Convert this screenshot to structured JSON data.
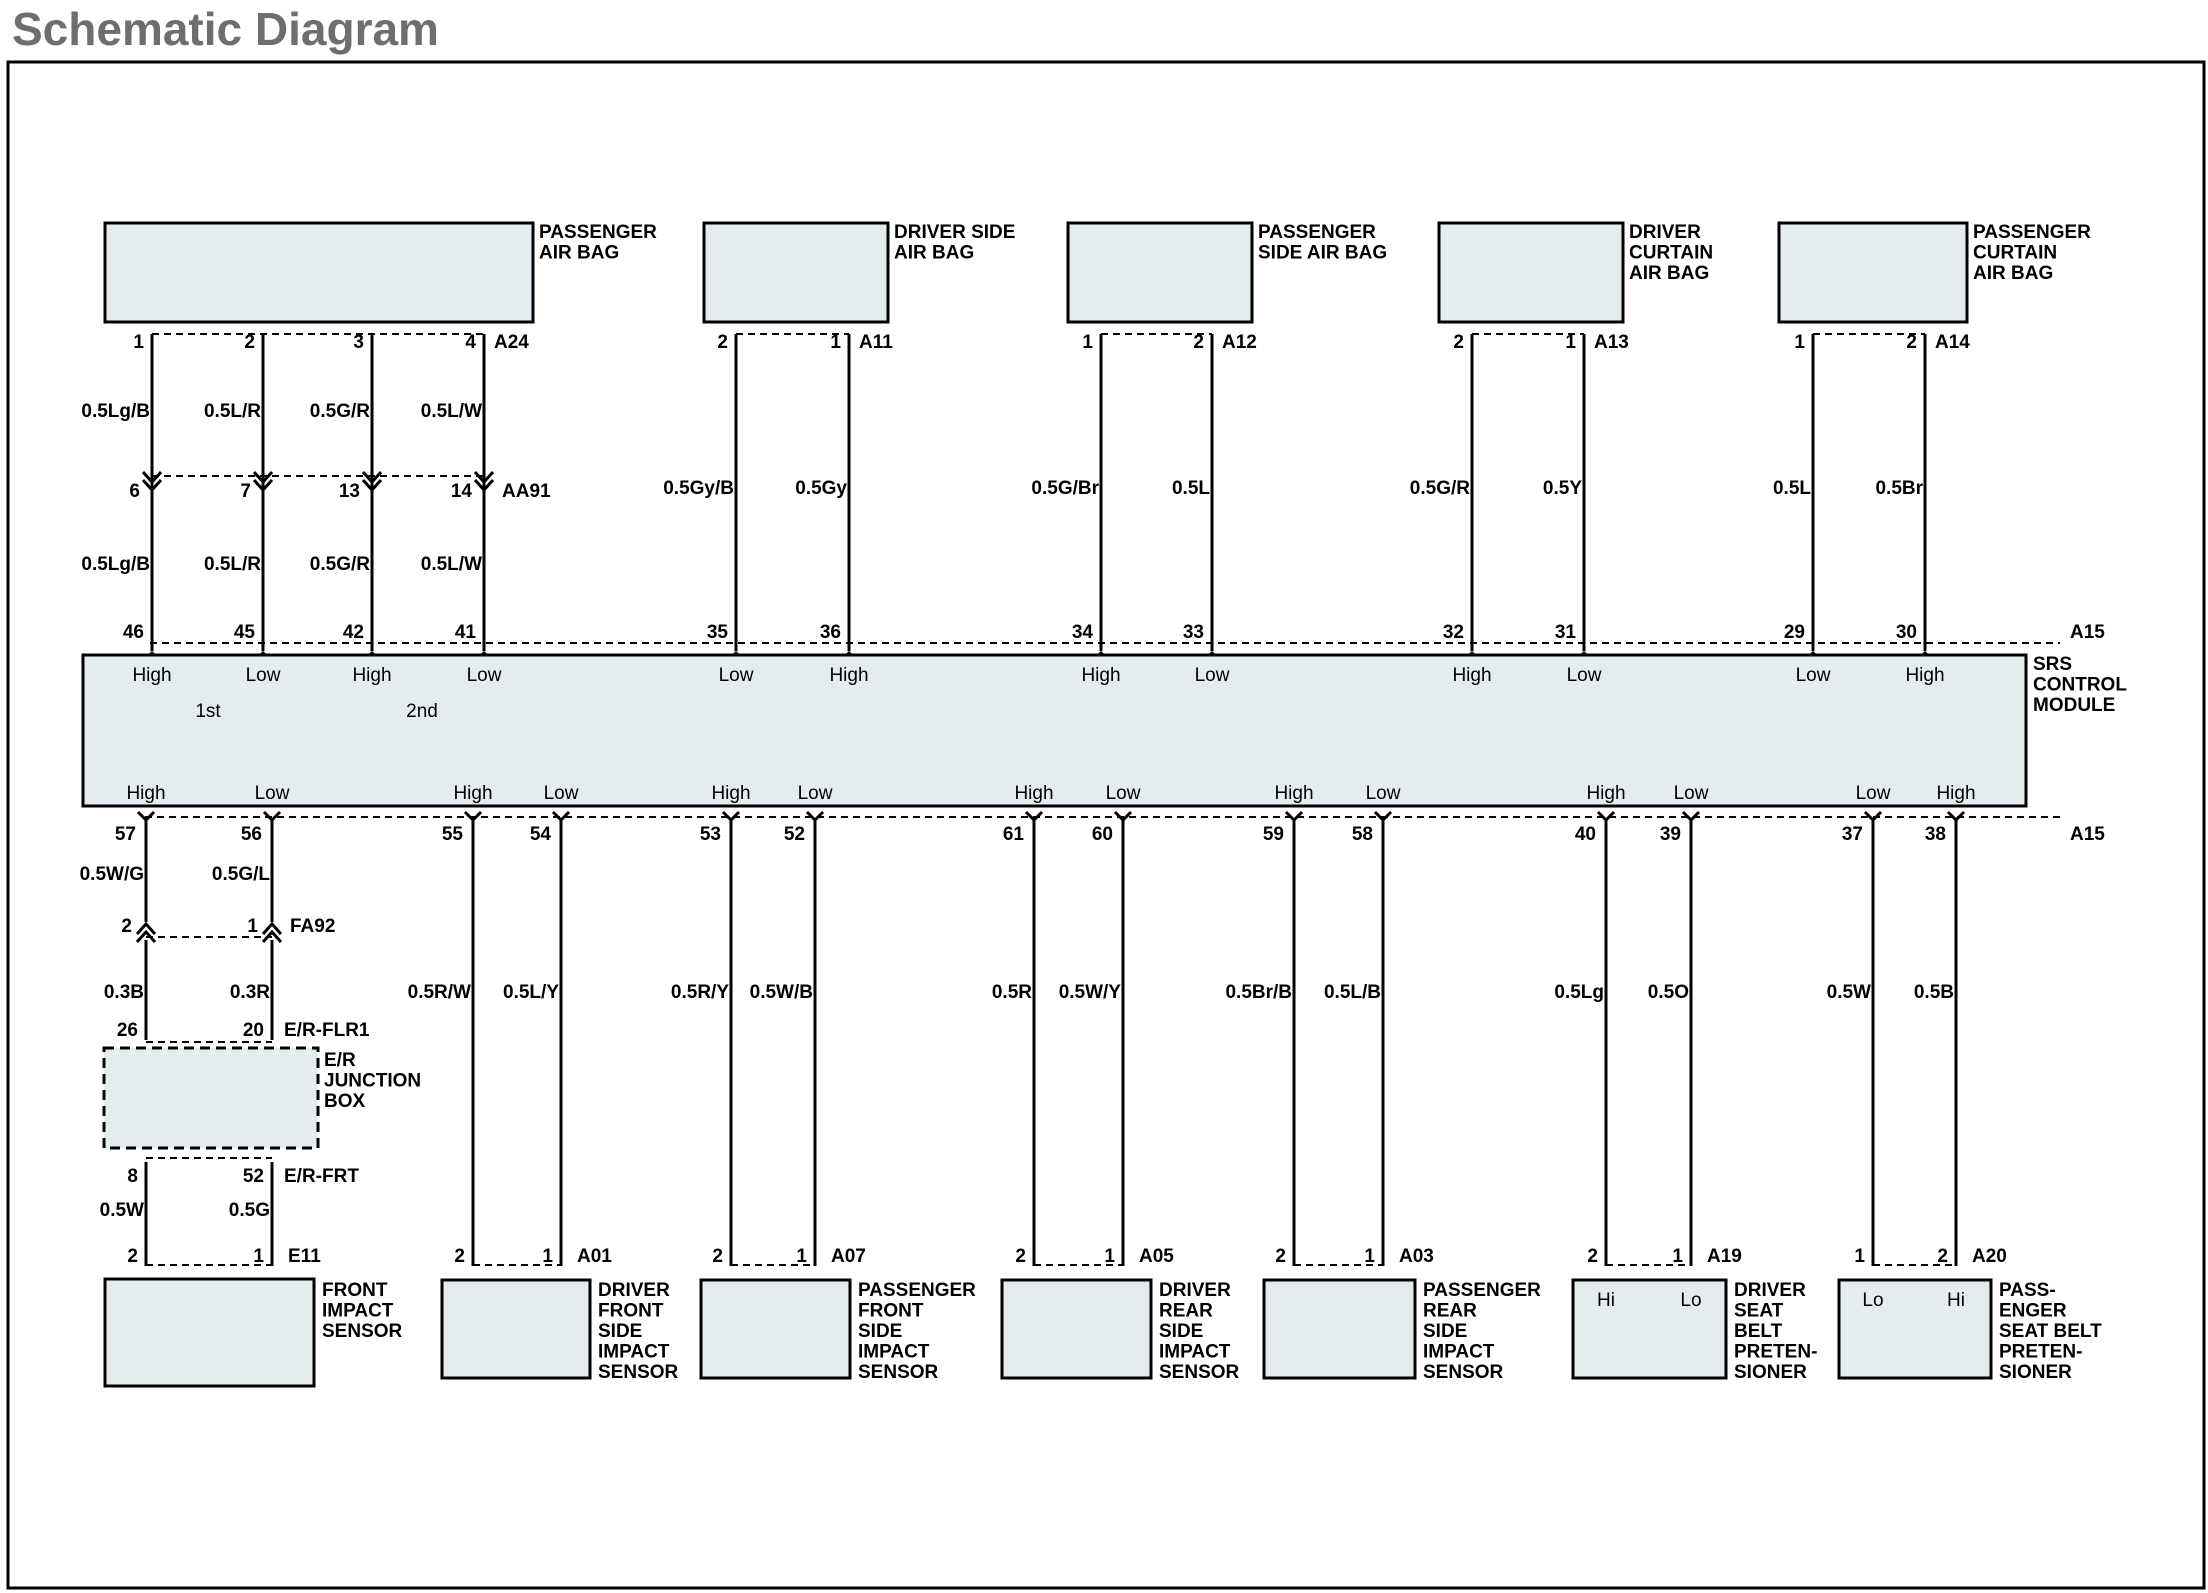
{
  "title": "Schematic Diagram",
  "colors": {
    "box_fill": "#e4ecef",
    "line": "#000000",
    "title_gray": "#6e6e6e"
  },
  "module": {
    "name_lines": [
      "SRS",
      "CONTROL",
      "MODULE"
    ],
    "top_connector": "A15",
    "bottom_connector": "A15"
  },
  "top_components": [
    {
      "name_lines": [
        "PASSENGER",
        "AIR BAG"
      ],
      "connector": "A24",
      "pins": [
        "1",
        "2",
        "3",
        "4"
      ],
      "wires_upper": [
        "0.5Lg/B",
        "0.5L/R",
        "0.5G/R",
        "0.5L/W"
      ],
      "inline_connector": "AA91",
      "inline_pins": [
        "6",
        "7",
        "13",
        "14"
      ],
      "wires_lower": [
        "0.5Lg/B",
        "0.5L/R",
        "0.5G/R",
        "0.5L/W"
      ],
      "module_pins": [
        "46",
        "45",
        "42",
        "41"
      ],
      "module_levels": [
        "High",
        "Low",
        "High",
        "Low"
      ],
      "stage_labels": [
        "1st",
        "2nd"
      ]
    },
    {
      "name_lines": [
        "DRIVER SIDE",
        "AIR BAG"
      ],
      "connector": "A11",
      "pins": [
        "2",
        "1"
      ],
      "wires": [
        "0.5Gy/B",
        "0.5Gy"
      ],
      "module_pins": [
        "35",
        "36"
      ],
      "module_levels": [
        "Low",
        "High"
      ]
    },
    {
      "name_lines": [
        "PASSENGER",
        "SIDE AIR BAG"
      ],
      "connector": "A12",
      "pins": [
        "1",
        "2"
      ],
      "wires": [
        "0.5G/Br",
        "0.5L"
      ],
      "module_pins": [
        "34",
        "33"
      ],
      "module_levels": [
        "High",
        "Low"
      ]
    },
    {
      "name_lines": [
        "DRIVER",
        "CURTAIN",
        "AIR BAG"
      ],
      "connector": "A13",
      "pins": [
        "2",
        "1"
      ],
      "wires": [
        "0.5G/R",
        "0.5Y"
      ],
      "module_pins": [
        "32",
        "31"
      ],
      "module_levels": [
        "High",
        "Low"
      ]
    },
    {
      "name_lines": [
        "PASSENGER",
        "CURTAIN",
        "AIR BAG"
      ],
      "connector": "A14",
      "pins": [
        "1",
        "2"
      ],
      "wires": [
        "0.5L",
        "0.5Br"
      ],
      "module_pins": [
        "29",
        "30"
      ],
      "module_levels": [
        "Low",
        "High"
      ]
    }
  ],
  "bottom_components": [
    {
      "name_lines": [
        "FRONT",
        "IMPACT",
        "SENSOR"
      ],
      "connector": "E11",
      "pins": [
        "2",
        "1"
      ],
      "module_pins": [
        "57",
        "56"
      ],
      "module_levels": [
        "High",
        "Low"
      ],
      "wires_a": [
        "0.5W/G",
        "0.5G/L"
      ],
      "inline_connector": "FA92",
      "inline_pins": [
        "2",
        "1"
      ],
      "wires_b": [
        "0.3B",
        "0.3R"
      ],
      "jb_top_connector": "E/R-FLR1",
      "jb_top_pins": [
        "26",
        "20"
      ],
      "junction_box_lines": [
        "E/R",
        "JUNCTION",
        "BOX"
      ],
      "jb_bottom_connector": "E/R-FRT",
      "jb_bottom_pins": [
        "8",
        "52"
      ],
      "wires_c": [
        "0.5W",
        "0.5G"
      ]
    },
    {
      "name_lines": [
        "DRIVER",
        "FRONT",
        "SIDE",
        "IMPACT",
        "SENSOR"
      ],
      "connector": "A01",
      "pins": [
        "2",
        "1"
      ],
      "wires": [
        "0.5R/W",
        "0.5L/Y"
      ],
      "module_pins": [
        "55",
        "54"
      ],
      "module_levels": [
        "High",
        "Low"
      ]
    },
    {
      "name_lines": [
        "PASSENGER",
        "FRONT",
        "SIDE",
        "IMPACT",
        "SENSOR"
      ],
      "connector": "A07",
      "pins": [
        "2",
        "1"
      ],
      "wires": [
        "0.5R/Y",
        "0.5W/B"
      ],
      "module_pins": [
        "53",
        "52"
      ],
      "module_levels": [
        "High",
        "Low"
      ]
    },
    {
      "name_lines": [
        "DRIVER",
        "REAR",
        "SIDE",
        "IMPACT",
        "SENSOR"
      ],
      "connector": "A05",
      "pins": [
        "2",
        "1"
      ],
      "wires": [
        "0.5R",
        "0.5W/Y"
      ],
      "module_pins": [
        "61",
        "60"
      ],
      "module_levels": [
        "High",
        "Low"
      ]
    },
    {
      "name_lines": [
        "PASSENGER",
        "REAR",
        "SIDE",
        "IMPACT",
        "SENSOR"
      ],
      "connector": "A03",
      "pins": [
        "2",
        "1"
      ],
      "wires": [
        "0.5Br/B",
        "0.5L/B"
      ],
      "module_pins": [
        "59",
        "58"
      ],
      "module_levels": [
        "High",
        "Low"
      ]
    },
    {
      "name_lines": [
        "DRIVER",
        "SEAT",
        "BELT",
        "PRETEN-",
        "SIONER"
      ],
      "connector": "A19",
      "pins": [
        "2",
        "1"
      ],
      "wires": [
        "0.5Lg",
        "0.5O"
      ],
      "module_pins": [
        "40",
        "39"
      ],
      "module_levels": [
        "High",
        "Low"
      ],
      "inner_labels": [
        "Hi",
        "Lo"
      ]
    },
    {
      "name_lines": [
        "PASS-",
        "ENGER",
        "SEAT BELT",
        "PRETEN-",
        "SIONER"
      ],
      "connector": "A20",
      "pins": [
        "1",
        "2"
      ],
      "wires": [
        "0.5W",
        "0.5B"
      ],
      "module_pins": [
        "37",
        "38"
      ],
      "module_levels": [
        "Low",
        "High"
      ],
      "inner_labels": [
        "Lo",
        "Hi"
      ]
    }
  ]
}
